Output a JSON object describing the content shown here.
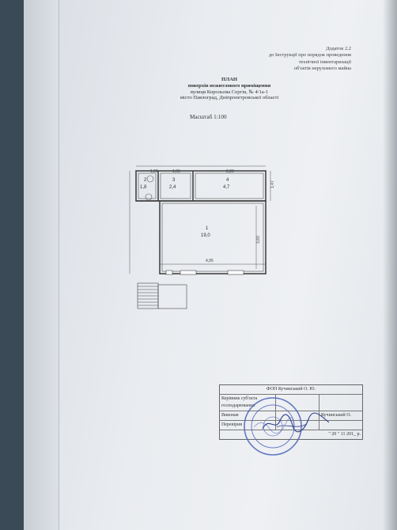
{
  "addendum": {
    "line1": "Додаток 2.2",
    "line2": "до Інструкції про порядок проведення",
    "line3": "технічної інвентаризації",
    "line4": "об'єктів нерухомого майна"
  },
  "title": {
    "heading": "ПЛАН",
    "subheading": "поверхів нежитлового приміщення",
    "street": "вулиця  Корольова Сергія,  № 4/1а-1",
    "city": "місто Павлоград, Дніпропетровської області"
  },
  "scale": "Масштаб 1:100",
  "plan": {
    "rooms": [
      {
        "no": "1",
        "area": "19,0"
      },
      {
        "no": "2",
        "area": "1,8"
      },
      {
        "no": "3",
        "area": "2,4"
      },
      {
        "no": "4",
        "area": "4,7"
      }
    ],
    "dims": {
      "d1": "1,20",
      "d2": "1,65",
      "d3": "2,20",
      "d4": "1,47",
      "d5": "3,83",
      "d6": "4,95"
    }
  },
  "stamp": {
    "header": "ФОП Кучинський О. Ю.",
    "r1_c1": "Керівник суб'єкта",
    "r1_c1b": "господарювання",
    "r2_c1": "Виконав",
    "r2_c3": "Кучинський О.",
    "r3_c1": "Перевірив",
    "r4_date": "\" 20 \"    11    201_ р."
  }
}
